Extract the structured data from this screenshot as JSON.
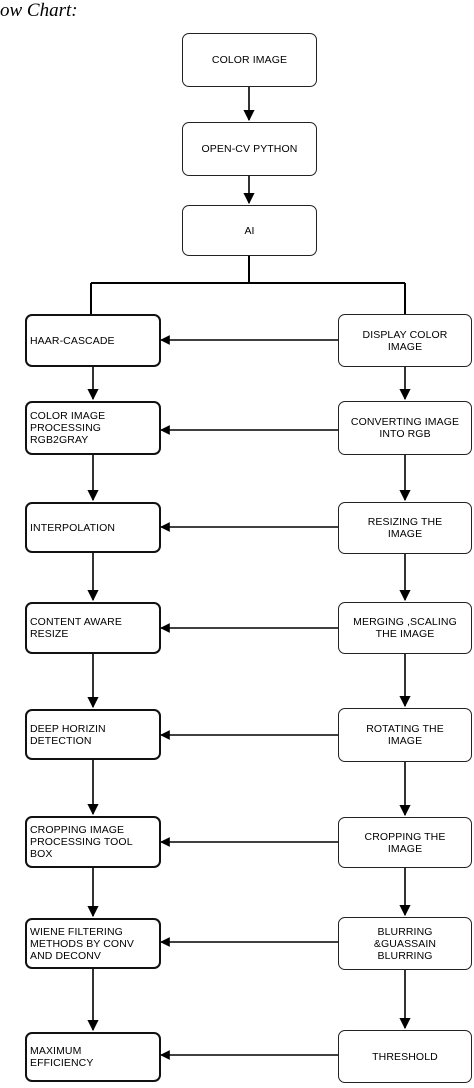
{
  "heading": "ow Chart:",
  "top_chain": {
    "color_image": "COLOR IMAGE",
    "opencv_python": "OPEN-CV PYTHON",
    "ai": "AI"
  },
  "left_column": [
    "HAAR-CASCADE",
    "COLOR IMAGE PROCESSING RGB2GRAY",
    "INTERPOLATION",
    "CONTENT AWARE RESIZE",
    "DEEP HORIZIN DETECTION",
    "CROPPING IMAGE PROCESSING TOOL BOX",
    "WIENE FILTERING METHODS BY CONV AND DECONV",
    "MAXIMUM EFFICIENCY"
  ],
  "right_column": [
    "DISPLAY COLOR IMAGE",
    "CONVERTING IMAGE INTO RGB",
    "RESIZING THE IMAGE",
    "MERGING ,SCALING THE IMAGE",
    "ROTATING THE IMAGE",
    "CROPPING THE IMAGE",
    "BLURRING &GUASSAIN BLURRING",
    "THRESHOLD"
  ]
}
